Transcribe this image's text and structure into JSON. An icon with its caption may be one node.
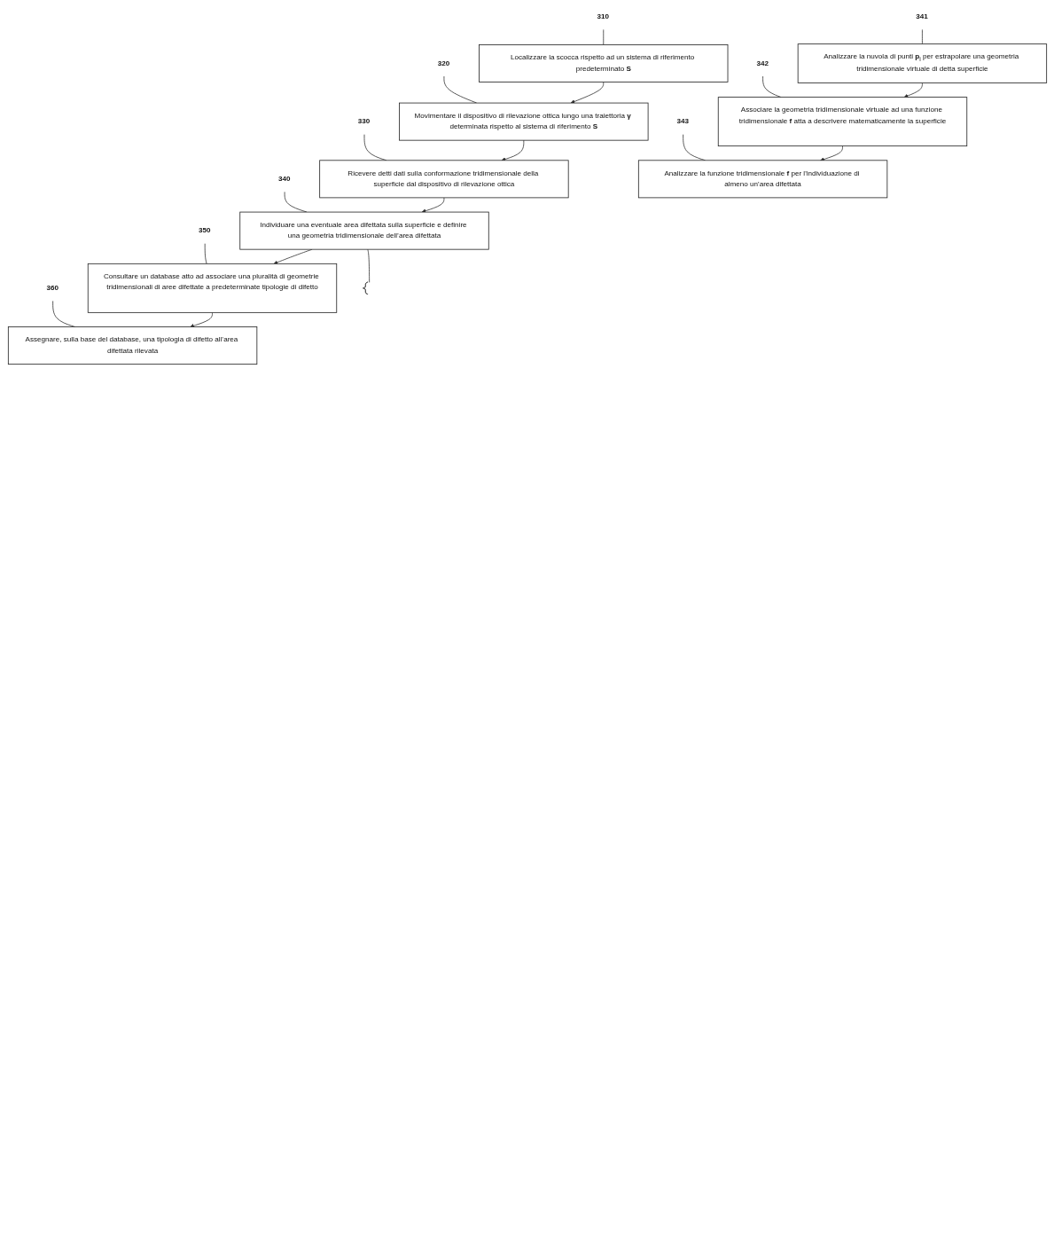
{
  "diagram": {
    "nodes": [
      {
        "text": [
          "Localizzare la scocca rispetto ad un sistema di riferimento predeterminato **S**"
        ]
      },
      {
        "text": [
          "310"
        ]
      },
      {
        "text": [
          "Movimentare il dispositivo di rilevazione ottica lungo una traiettoria **γ** determinata rispetto al sistema di riferimento **S**"
        ]
      },
      {
        "text": [
          "320"
        ]
      },
      {
        "text": [
          "Ricevere detti dati sulla conformazione tridimensionale della superficie dal dispositivo di rilevazione ottica"
        ]
      },
      {
        "text": [
          "330"
        ]
      },
      {
        "text": [
          "Individuare una eventuale area difettata sulla superficie e definire una geometria tridimensionale dell’area difettata"
        ]
      },
      {
        "text": [
          "340"
        ]
      },
      {
        "text": [
          "Consultare un database atto ad associare una pluralità di geometrie tridimensionali di aree difettate a predeterminate tipologie di difetto"
        ]
      },
      {
        "text": [
          "350"
        ]
      },
      {
        "text": [
          "Assegnare, sulla base del database, una tipologia di difetto all’area difettata rilevata"
        ]
      },
      {
        "text": [
          "360"
        ]
      },
      {
        "text": [],
        "shape": "bracket"
      },
      {
        "text": [
          "Analizzare la nuvola di punti **p**$_{i}$ per estrapolare una geometria tridimensionale virtuale di detta superficie"
        ]
      },
      {
        "text": [
          "341"
        ]
      },
      {
        "text": [
          "Associare la geometria tridimensionale virtuale ad una funzione tridimensionale **f** atta a descrivere matematicamente la superficie"
        ]
      },
      {
        "text": [
          "342"
        ]
      },
      {
        "text": [
          "Analizzare la funzione tridimensionale **f** per l'individuazione di almeno un'area difettata"
        ]
      },
      {
        "text": [
          "343"
        ]
      }
    ],
    "edges": [
      {
        "from": 0,
        "to": 2,
        "arrow": "to"
      },
      {
        "from": 2,
        "to": 4,
        "arrow": "to"
      },
      {
        "from": 4,
        "to": 6,
        "arrow": "to"
      },
      {
        "from": 6,
        "to": 8,
        "arrow": "to"
      },
      {
        "from": 8,
        "to": 10,
        "arrow": "to"
      },
      {
        "from": 13,
        "to": 15,
        "arrow": "to"
      },
      {
        "from": 15,
        "to": 17,
        "arrow": "to"
      },
      {
        "from": 6,
        "to": 12,
        "arrow": "none"
      },
      {
        "from": 1,
        "to": 0,
        "arrow": "none"
      },
      {
        "from": 3,
        "to": 2,
        "arrow": "none"
      },
      {
        "from": 5,
        "to": 4,
        "arrow": "none"
      },
      {
        "from": 7,
        "to": 6,
        "arrow": "none"
      },
      {
        "from": 9,
        "to": 8,
        "arrow": "none"
      },
      {
        "from": 11,
        "to": 10,
        "arrow": "none"
      },
      {
        "from": 14,
        "to": 13,
        "arrow": "none"
      },
      {
        "from": 16,
        "to": 15,
        "arrow": "none"
      },
      {
        "from": 18,
        "to": 17,
        "arrow": "none"
      }
    ]
  }
}
